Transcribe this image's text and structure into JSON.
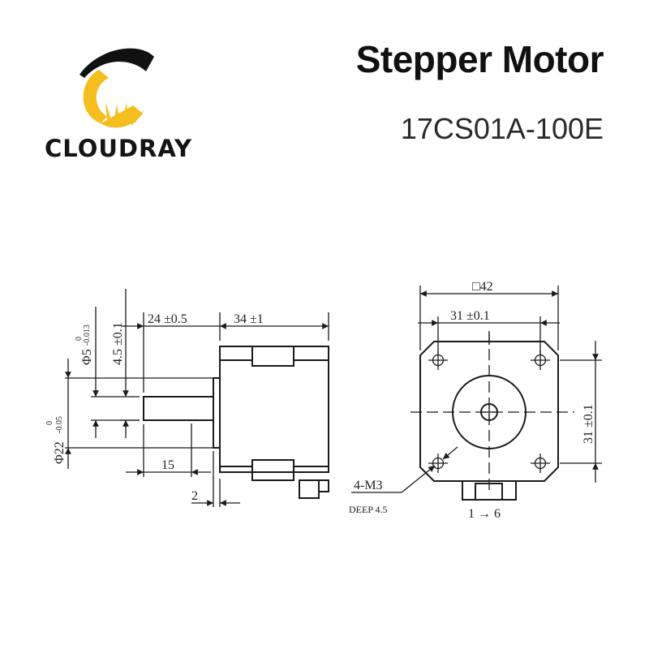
{
  "brand": {
    "name": "CLOUDRAY",
    "colors": {
      "arc": "#111111",
      "sun": "#F5BE1E"
    }
  },
  "header": {
    "title": "Stepper Motor",
    "model": "17CS01A-100E"
  },
  "side_view": {
    "shaft_diameter": "Φ5",
    "shaft_tol_upper": "0",
    "shaft_tol_lower": "-0.013",
    "flat_depth": "4.5 ±0.1",
    "boss_diameter": "Φ22",
    "boss_tol_upper": "0",
    "boss_tol_lower": "-0.05",
    "shaft_length": "24 ±0.5",
    "body_length": "34 ±1",
    "flat_length": "15",
    "boss_height": "2"
  },
  "front_view": {
    "flange_size": "□42",
    "hole_spacing_h": "31 ±0.1",
    "hole_spacing_v": "31 ±0.1",
    "mount_holes": "4-M3",
    "hole_depth": "DEEP 4.5",
    "connector_pins": "1 → 6"
  }
}
